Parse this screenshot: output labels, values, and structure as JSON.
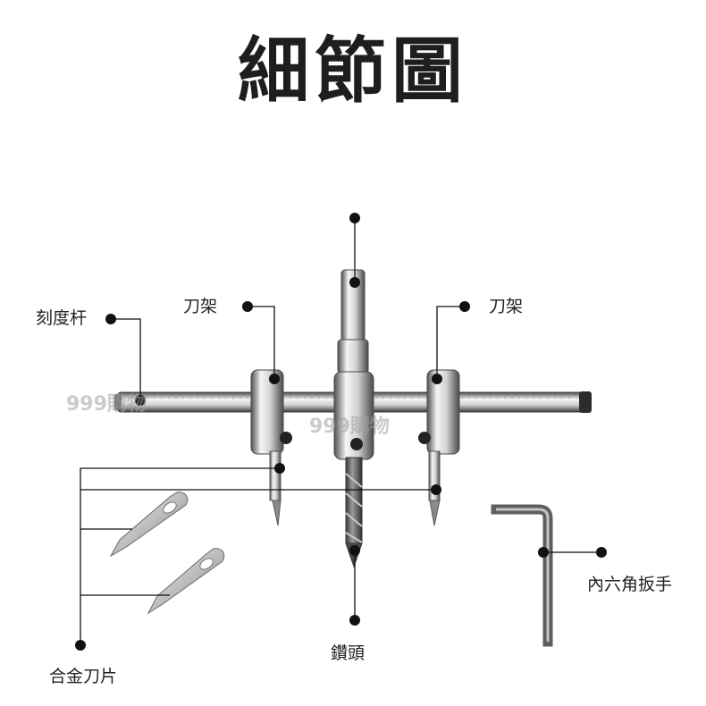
{
  "page": {
    "title": "細節圖"
  },
  "labels": {
    "scale_rod": "刻度杆",
    "knife_holder_left": "刀架",
    "knife_holder_right": "刀架",
    "alloy_blade": "合金刀片",
    "drill_bit": "鑽頭",
    "hex_key": "內六角扳手"
  },
  "watermarks": {
    "left": "999購物",
    "center": "999購物"
  },
  "colors": {
    "callout": "#111111",
    "metal_light": "#f2f2f2",
    "metal_dark": "#5a5a5a",
    "rod_edge": "#3a3a3a"
  },
  "icons": {
    "callout_dot": "filled-circle",
    "product": "adjustable-circle-cutter-photo"
  }
}
